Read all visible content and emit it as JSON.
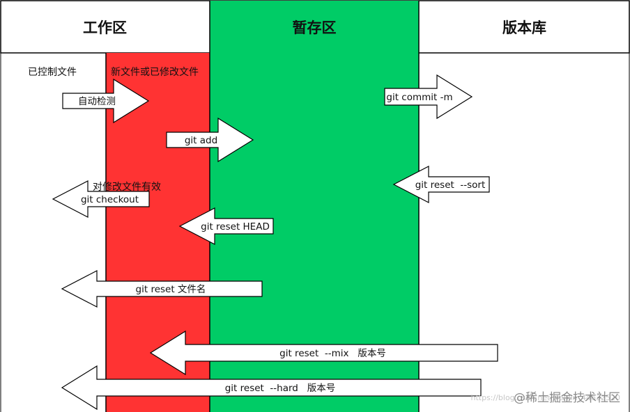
{
  "columns": {
    "workspace": "工作区",
    "staging": "暂存区",
    "repository": "版本库"
  },
  "labels": {
    "tracked_files": "已控制文件",
    "new_or_modified": "新文件或已修改文件",
    "modified_only": "对修改文件有效"
  },
  "arrows": [
    {
      "text": "自动检测",
      "direction": "right"
    },
    {
      "text": "git add",
      "direction": "right"
    },
    {
      "text": "git checkout",
      "direction": "left"
    },
    {
      "text": "git reset HEAD",
      "direction": "left"
    },
    {
      "text": "git reset 文件名",
      "direction": "left"
    },
    {
      "text": "git commit -m",
      "direction": "right"
    },
    {
      "text": "git reset  --sort",
      "direction": "left"
    },
    {
      "text": "git reset  --mix   版本号",
      "direction": "left"
    },
    {
      "text": "git reset  --hard   版本号",
      "direction": "left"
    }
  ],
  "watermark": {
    "text": "@稀土掘金技术社区",
    "faint_url": "https://blog.csdn.net/weixin_44632520"
  },
  "colors": {
    "red": "#ff3333",
    "green": "#00cc66",
    "border": "#000000",
    "arrow_fill": "#ffffff"
  }
}
